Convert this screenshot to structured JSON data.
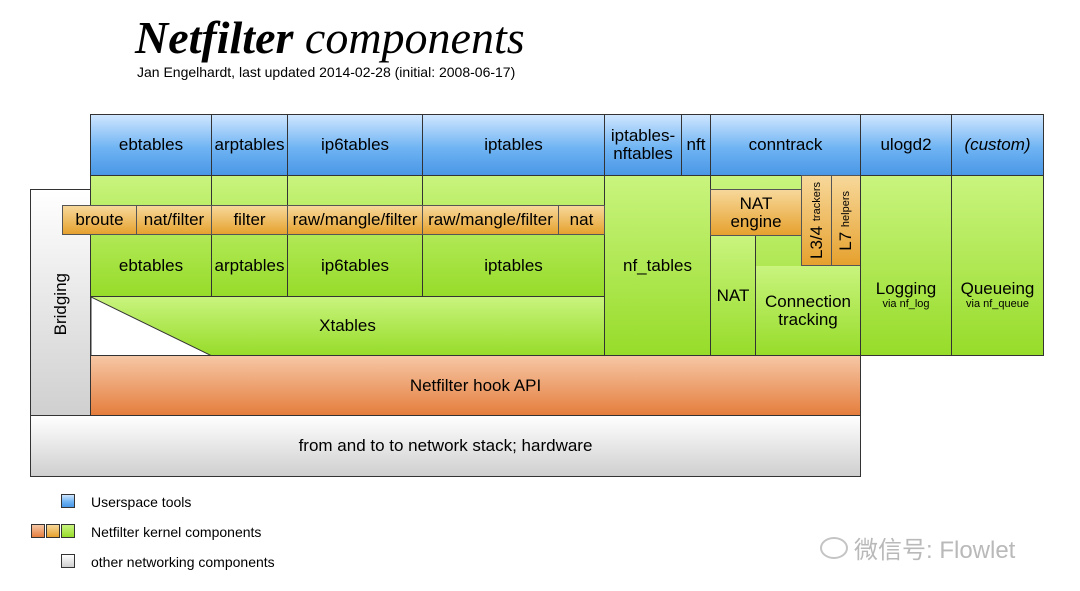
{
  "title": {
    "bold": "Netfilter",
    "rest": " components"
  },
  "subtitle": "Jan Engelhardt, last updated 2014-02-28 (initial: 2008-06-17)",
  "userspace": {
    "ebtables": "ebtables",
    "arptables": "arptables",
    "ip6tables": "ip6tables",
    "iptables": "iptables",
    "iptables_nftables_1": "iptables-",
    "iptables_nftables_2": "nftables",
    "nft": "nft",
    "conntrack": "conntrack",
    "ulogd2": "ulogd2",
    "custom": "(custom)"
  },
  "bridging": "Bridging",
  "chains": {
    "broute": "broute",
    "nat_filter": "nat/filter",
    "filter": "filter",
    "raw_mangle_filter_6": "raw/mangle/filter",
    "raw_mangle_filter_4": "raw/mangle/filter",
    "nat": "nat"
  },
  "kernel": {
    "ebtables": "ebtables",
    "arptables": "arptables",
    "ip6tables": "ip6tables",
    "iptables": "iptables",
    "xtables": "Xtables",
    "nf_tables": "nf_tables",
    "nat_engine_1": "NAT",
    "nat_engine_2": "engine",
    "l34_main": "L3/4",
    "l34_sub": "trackers",
    "l7_main": "L7",
    "l7_sub": "helpers",
    "nat": "NAT",
    "conntrack_1": "Connection",
    "conntrack_2": "tracking",
    "logging": "Logging",
    "logging_sub": "via nf_log",
    "queueing": "Queueing",
    "queueing_sub": "via nf_queue"
  },
  "hook_api": "Netfilter hook API",
  "hardware": "from and to to network stack; hardware",
  "legend": [
    {
      "label": "Userspace tools"
    },
    {
      "label": "Netfilter kernel components"
    },
    {
      "label": "other networking components"
    }
  ],
  "watermark": "微信号: Flowlet",
  "colors": {
    "userspace": "#6fb4f3",
    "kernel_green": "#97dc2a",
    "kernel_orange": "#e6a12e",
    "hook_api": "#e57e3e",
    "other": "#cfcfcf"
  }
}
